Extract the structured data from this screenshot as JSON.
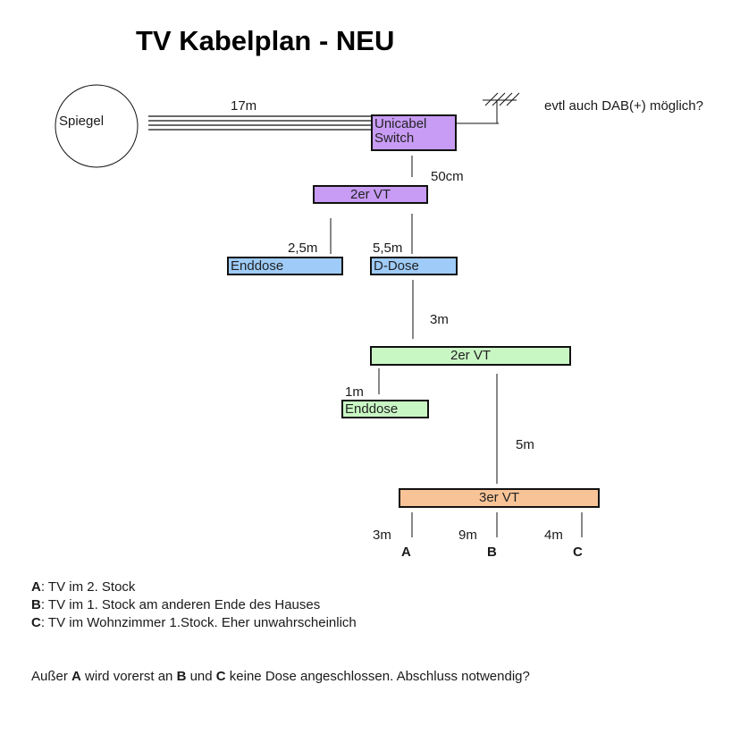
{
  "title": "TV Kabelplan - NEU",
  "nodes": {
    "spiegel": "Spiegel",
    "unicabel_switch": [
      "Unicabel",
      "Switch"
    ],
    "vt2_top": "2er VT",
    "enddose_1": "Enddose",
    "d_dose": "D-Dose",
    "vt2_middle": "2er VT",
    "enddose_2": "Enddose",
    "vt3": "3er VT"
  },
  "cable_lengths": {
    "spiegel_to_switch": "17m",
    "switch_to_vt2_top": "50cm",
    "vt2_to_enddose": "2,5m",
    "vt2_to_ddose": "5,5m",
    "ddose_to_vt2_middle": "3m",
    "vt2_middle_to_enddose": "1m",
    "vt2_middle_to_vt3": "5m",
    "vt3_to_A": "3m",
    "vt3_to_B": "9m",
    "vt3_to_C": "4m"
  },
  "antenna_note": "evtl auch DAB(+) möglich?",
  "outlets": [
    "A",
    "B",
    "C"
  ],
  "legend": [
    {
      "key": "A",
      "text": ": TV im 2. Stock"
    },
    {
      "key": "B",
      "text": ": TV im 1. Stock am anderen Ende des Hauses"
    },
    {
      "key": "C",
      "text": ": TV im Wohnzimmer 1.Stock. Eher unwahrscheinlich"
    }
  ],
  "footer": {
    "part1": "Außer ",
    "a": "A",
    "part2": " wird vorerst an ",
    "b": "B",
    "part3": " und ",
    "c": "C",
    "part4": " keine Dose angeschlossen. Abschluss notwendig?"
  },
  "colors": {
    "switch": "#c89cf5",
    "enddose_ddose": "#9ecbf7",
    "vt2_middle": "#c9f7c4",
    "vt3": "#f8c497"
  }
}
